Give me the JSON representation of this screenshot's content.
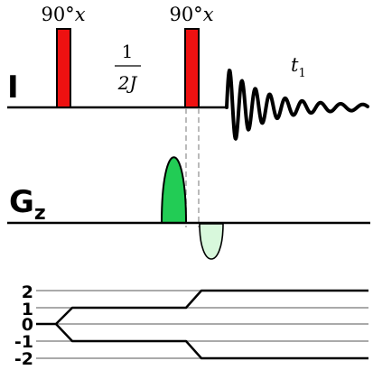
{
  "pulse_sequence": {
    "pulse1_label_num": "90°",
    "pulse1_label_axis": "x",
    "pulse2_label_num": "90°",
    "pulse2_label_axis": "x",
    "delay_numerator": "1",
    "delay_denominator": "2J",
    "acq_label_var": "t",
    "acq_label_sub": "1",
    "channel_i_label": "I",
    "channel_gz_label": "G",
    "channel_gz_sub": "z"
  },
  "coherence_pathway": {
    "levels": [
      "2",
      "1",
      "0",
      "-1",
      "-2"
    ]
  },
  "colors": {
    "pulse_fill": "#ee1111",
    "gradient_positive": "#22cc55",
    "gradient_negative": "#d8f8dc",
    "line": "#000000",
    "level_lines": "#aaaaaa",
    "guide_dash": "#aaaaaa"
  }
}
